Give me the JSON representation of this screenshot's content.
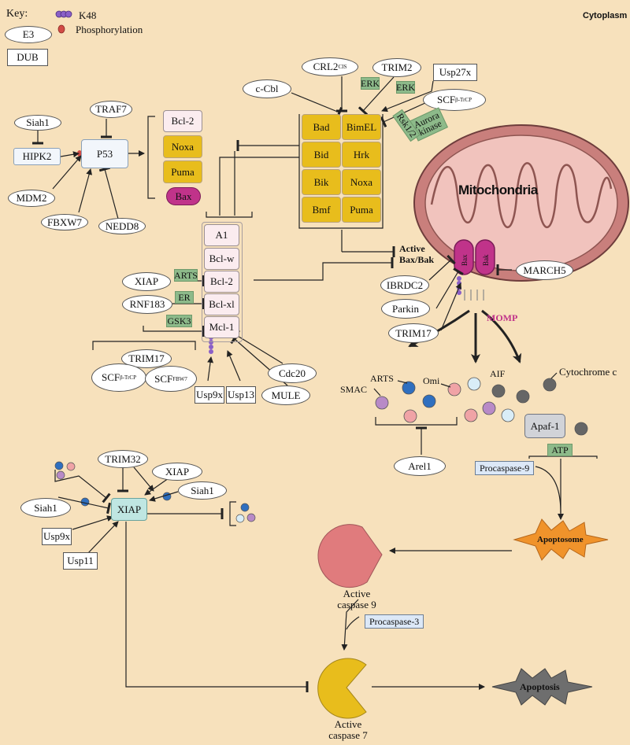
{
  "key": {
    "title": "Key:",
    "e3": "E3",
    "dub": "DUB",
    "k48": "K48",
    "phosphorylation": "Phosphorylation"
  },
  "compartment": "Cytoplasm",
  "p53_axis": {
    "siah1": "Siah1",
    "hipk2": "HIPK2",
    "traf7": "TRAF7",
    "p53": "P53",
    "mdm2": "MDM2",
    "fbxw7": "FBXW7",
    "nedd8": "NEDD8",
    "targets": [
      "Bcl-2",
      "Noxa",
      "Puma",
      "Bax"
    ]
  },
  "bh3": {
    "cbl": "c-Cbl",
    "crl2": "CRL2",
    "crl2_sup": "CIS",
    "trim2": "TRIM2",
    "usp27x": "Usp27x",
    "scf": "SCF",
    "scf_sup": "β-TrCP",
    "erk1": "ERK",
    "erk2": "ERK",
    "aurora": "Aurora kinase",
    "rsk": "Rsk1/2",
    "proteins": [
      "Bad",
      "BimEL",
      "Bid",
      "Hrk",
      "Bik",
      "Noxa",
      "Bmf",
      "Puma"
    ]
  },
  "anti_apoptotic": {
    "members": [
      "A1",
      "Bcl-w",
      "Bcl-2",
      "Bcl-xl",
      "Mcl-1"
    ],
    "xiap": "XIAP",
    "arts": "ARTS",
    "rnf183": "RNF183",
    "er": "ER",
    "gsk3": "GSK3",
    "trim17": "TRIM17",
    "scf_btrcp": "SCF",
    "scf_btrcp_sup": "β-TrCP",
    "scf_fbw7": "SCF",
    "scf_fbw7_sup": "FBW7",
    "usp9x": "Usp9x",
    "usp13": "Usp13",
    "mule": "MULE",
    "cdc20": "Cdc20"
  },
  "mito": {
    "label": "Mitochondria",
    "active": "Active Bax/Bak",
    "bax": "Bax",
    "bak": "Bak",
    "march5": "MARCH5",
    "ibrdc2": "IBRDC2",
    "parkin": "Parkin",
    "trim17": "TRIM17",
    "momp": "MOMP"
  },
  "released": {
    "arts": "ARTS",
    "omi": "Omi",
    "aif": "AIF",
    "cytc": "Cytochrome c",
    "smac": "SMAC",
    "arel1": "Arel1"
  },
  "apoptosome": {
    "apaf1": "Apaf-1",
    "atp": "ATP",
    "procaspase9": "Procaspase-9",
    "apoptosome": "Apoptosome"
  },
  "caspase": {
    "active9": "Active caspase 9",
    "procaspase3": "Procaspase-3",
    "active7": "Active caspase 7",
    "apoptosis": "Apoptosis"
  },
  "xiap_axis": {
    "trim32": "TRIM32",
    "xiap_e3": "XIAP",
    "siah1_right": "Siah1",
    "siah1_left": "Siah1",
    "xiap": "XIAP",
    "usp9x": "Usp9x",
    "usp11": "Usp11"
  },
  "colors": {
    "background": "#f7e1bc",
    "bh3_box": "#e8bd1c",
    "kinase": "#8dba8a",
    "bax": "#c0338a",
    "mito_outer": "#d48b87",
    "mito_inner": "#f1c3bd",
    "caspase9": "#e07b7d",
    "caspase7": "#e8bd1c",
    "apoptosome": "#f0932b",
    "apoptosis": "#6e6e6e",
    "xiap_box": "#bfe6e2",
    "k48": "#8a5fc7",
    "phospho": "#d24b45"
  }
}
